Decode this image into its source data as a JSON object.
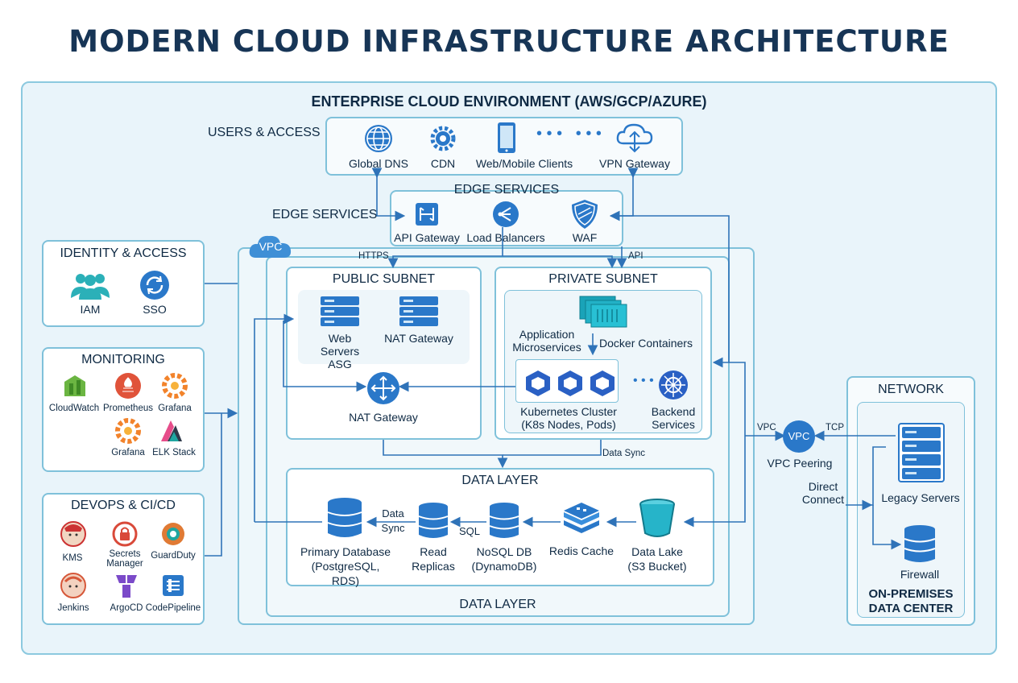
{
  "title": "MODERN CLOUD INFRASTRUCTURE ARCHITECTURE",
  "env_title": "ENTERPRISE CLOUD ENVIRONMENT (AWS/GCP/AZURE)",
  "users": {
    "title": "USERS & ACCESS",
    "items": [
      "Global DNS",
      "CDN",
      "Web/Mobile Clients",
      "VPN Gateway"
    ]
  },
  "edge": {
    "title": "EDGE SERVICES",
    "side_title": "EDGE SERVICES",
    "items": [
      "API Gateway",
      "Load Balancers",
      "WAF"
    ]
  },
  "vpc_badge": "VPC",
  "https_label": "HTTPS",
  "api_label": "API",
  "identity": {
    "title": "IDENTITY & ACCESS",
    "items": [
      "IAM",
      "SSO"
    ]
  },
  "monitoring": {
    "title": "MONITORING",
    "items": [
      "CloudWatch",
      "Prometheus",
      "Grafana",
      "Grafana",
      "ELK Stack"
    ]
  },
  "devops": {
    "title": "DEVOPS & CI/CD",
    "items": [
      "KMS",
      "Secrets Manager",
      "GuardDuty",
      "Jenkins",
      "ArgoCD",
      "CodePipeline"
    ]
  },
  "public_subnet": {
    "title": "PUBLIC SUBNET",
    "web_servers": "Web Servers ASG",
    "nat_top": "NAT Gateway",
    "nat_bottom": "NAT Gateway"
  },
  "private_subnet": {
    "title": "PRIVATE SUBNET",
    "app": "Application Microservices",
    "docker": "Docker Containers",
    "k8s": "Kubernetes Cluster (K8s Nodes, Pods)",
    "backend": "Backend Services"
  },
  "data_sync_label": "Data Sync",
  "data_layer": {
    "title": "DATA LAYER",
    "bottom_title": "DATA LAYER",
    "items": [
      "Primary Database (PostgreSQL, RDS)",
      "Read Replicas",
      "NoSQL DB (DynamoDB)",
      "Redis Cache",
      "Data Lake (S3 Bucket)"
    ],
    "data_sync": "Data Sync",
    "sql": "SQL"
  },
  "peering": {
    "badge": "VPC",
    "label": "VPC Peering",
    "left": "VPC",
    "right": "TCP",
    "direct": "Direct Connect"
  },
  "network": {
    "title": "NETWORK",
    "legacy": "Legacy Servers",
    "firewall": "Firewall",
    "onprem": "ON-PREMISES DATA CENTER"
  },
  "colors": {
    "primary": "#1f6fc4",
    "border": "#7fc1da",
    "env_bg": "#e6f3fa",
    "title": "#173556"
  }
}
